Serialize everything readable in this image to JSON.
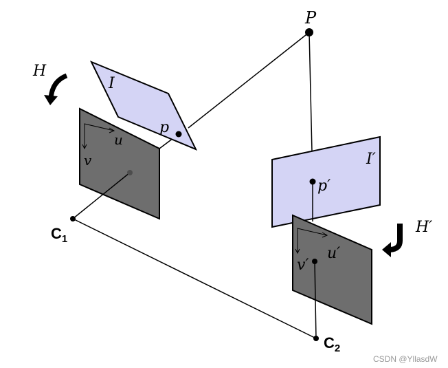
{
  "labels": {
    "P": "P",
    "H": "H",
    "H_prime": "H′",
    "I": "I",
    "I_prime": "I′",
    "p": "p",
    "p_prime": "p′",
    "u": "u",
    "v": "v",
    "u_prime": "u′",
    "v_prime": "v′",
    "C1_base": "C",
    "C1_sub": "1",
    "C2_base": "C",
    "C2_sub": "2"
  },
  "watermark": "CSDN @YllasdW",
  "colors": {
    "image_plane_fill": "#d4d4f5",
    "rectified_plane_fill": "#6e6e6e",
    "line": "#000000",
    "rectified_center_dot": "#4d4d4d"
  }
}
